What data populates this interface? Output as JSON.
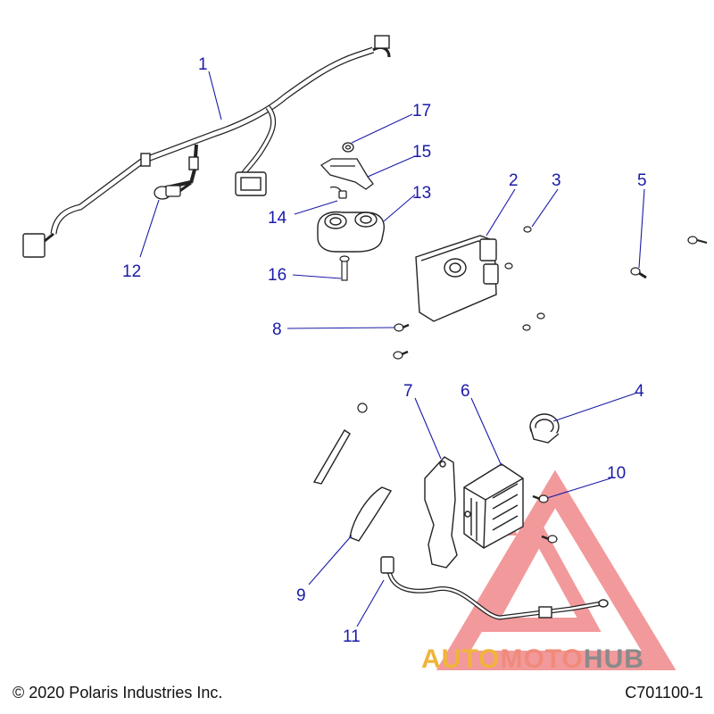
{
  "callouts": [
    {
      "id": "1",
      "label": "1"
    },
    {
      "id": "2",
      "label": "2"
    },
    {
      "id": "3",
      "label": "3"
    },
    {
      "id": "4",
      "label": "4"
    },
    {
      "id": "5",
      "label": "5"
    },
    {
      "id": "6",
      "label": "6"
    },
    {
      "id": "7",
      "label": "7"
    },
    {
      "id": "8",
      "label": "8"
    },
    {
      "id": "9",
      "label": "9"
    },
    {
      "id": "10",
      "label": "10"
    },
    {
      "id": "11",
      "label": "11"
    },
    {
      "id": "12",
      "label": "12"
    },
    {
      "id": "13",
      "label": "13"
    },
    {
      "id": "14",
      "label": "14"
    },
    {
      "id": "15",
      "label": "15"
    },
    {
      "id": "16",
      "label": "16"
    },
    {
      "id": "17",
      "label": "17"
    }
  ],
  "watermark": {
    "brand_part1": "AUTO",
    "brand_part2": "MOTO",
    "brand_part3": "HUB",
    "color_part1": "#f0b43a",
    "color_part2": "#f08a7a",
    "color_part3": "#8a8a8a",
    "triangle_color": "#e8474a"
  },
  "footer": {
    "copyright": "© 2020 Polaris Industries Inc.",
    "figure_id": "C701100-1"
  },
  "colors": {
    "callout": "#1a1aa8",
    "line_art": "#222222"
  }
}
